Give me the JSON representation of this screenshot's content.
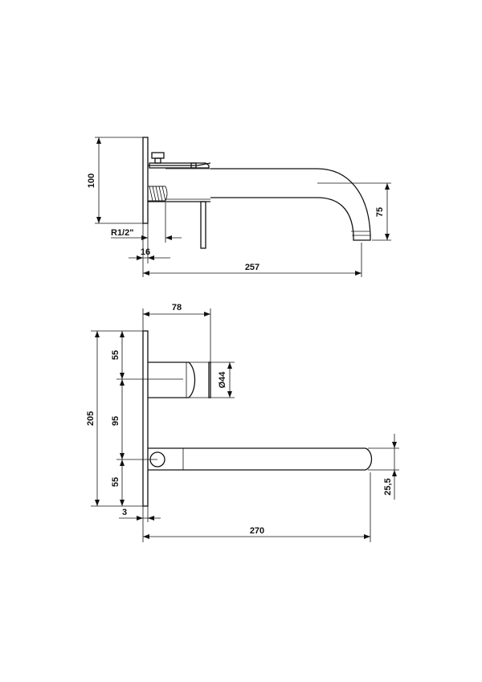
{
  "side_view": {
    "dim_height": "100",
    "dim_thread": "R1/2\"",
    "dim_offset": "16",
    "dim_drop": "75",
    "dim_length": "257"
  },
  "top_view": {
    "dim_depth": "78",
    "dim_upper": "55",
    "dim_middle": "95",
    "dim_lower": "55",
    "dim_total_height": "205",
    "dim_diameter": "Ø44",
    "dim_plate": "3",
    "dim_spout_length": "270",
    "dim_spout_width": "25,5"
  }
}
